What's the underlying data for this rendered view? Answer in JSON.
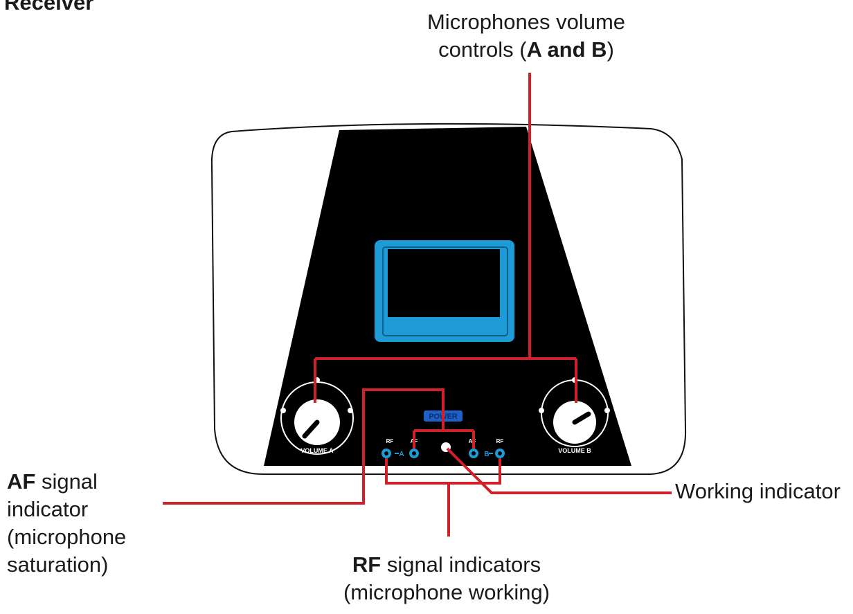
{
  "title": "Receiver",
  "labels": {
    "mic_volume_line1": "Microphones volume",
    "mic_volume_line2_prefix": "controls (",
    "mic_volume_line2_bold": "A and B",
    "mic_volume_line2_suffix": ")",
    "af_bold": "AF",
    "af_line1_rest": " signal",
    "af_line2": "indicator",
    "af_line3": "(microphone",
    "af_line4": "saturation)",
    "working": "Working indicator",
    "rf_bold": "RF",
    "rf_line1_rest": " signal indicators",
    "rf_line2": "(microphone working)"
  },
  "device": {
    "power_label": "POWER",
    "volume_a_label": "VOLUME A",
    "volume_b_label": "VOLUME B",
    "rf_left": "RF",
    "rf_right": "RF",
    "af_left": "AF",
    "af_right": "AF",
    "channel_a": "A",
    "channel_b": "B"
  },
  "colors": {
    "callout_line": "#d0202a",
    "panel": "#000000",
    "screen": "#1e9ad6",
    "power_badge": "#1e5fc8"
  }
}
